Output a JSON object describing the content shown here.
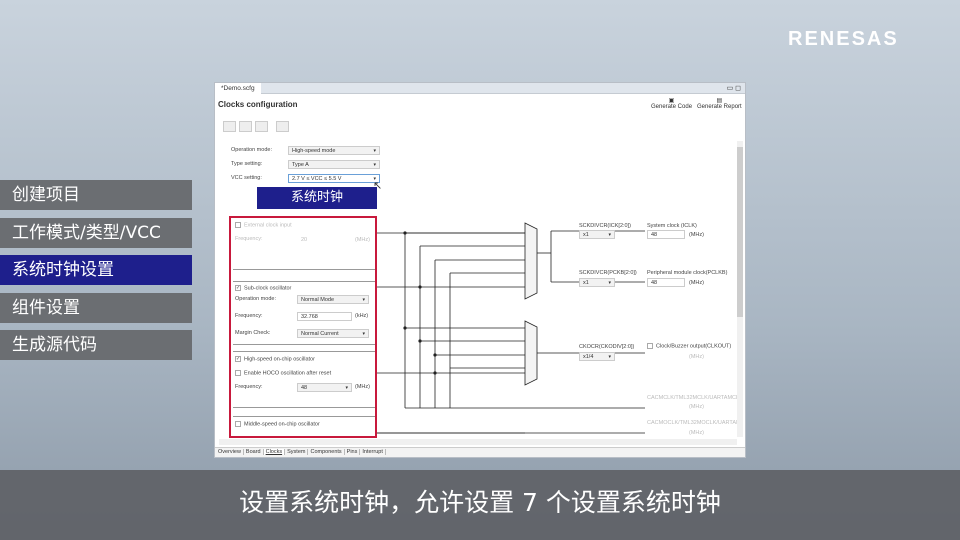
{
  "brand": "RENESAS",
  "menu": [
    {
      "label": "创建项目"
    },
    {
      "label": "工作模式/类型/VCC"
    },
    {
      "label": "系统时钟设置",
      "active": true
    },
    {
      "label": "组件设置"
    },
    {
      "label": "生成源代码"
    }
  ],
  "window": {
    "tab": "*Demo.scfg",
    "title": "Clocks configuration",
    "generate_code": "Generate Code",
    "generate_report": "Generate Report",
    "operation_mode_label": "Operation mode:",
    "operation_mode": "High-speed mode",
    "type_label": "Type setting:",
    "type": "Type A",
    "vcc_label": "VCC setting:",
    "vcc": "2.7 V ≤ VCC ≤ 5.5 V",
    "banner": "系统时钟",
    "ext": {
      "label": "External clock input",
      "freq_label": "Frequency:",
      "freq": "20",
      "unit": "(MHz)"
    },
    "sub": {
      "label": "Sub-clock oscillator",
      "mode_label": "Operation mode:",
      "mode": "Normal Mode",
      "freq_label": "Frequency:",
      "freq": "32.768",
      "unit": "(kHz)",
      "margin_label": "Margin Check:",
      "margin": "Normal Current"
    },
    "hoco": {
      "label": "High-speed on-chip oscillator",
      "enable": "Enable HOCO oscillation after reset",
      "freq_label": "Frequency:",
      "freq": "48",
      "unit": "(MHz)"
    },
    "moco": {
      "label": "Middle-speed on-chip oscillator"
    },
    "iclk": {
      "div_label": "SCKDIVCR(ICK[2:0])",
      "div": "x1",
      "label": "System clock (ICLK)",
      "value": "48",
      "unit": "(MHz)"
    },
    "pclkb": {
      "div_label": "SCKDIVCR(PCKB[2:0])",
      "div": "x1",
      "label": "Peripheral module clock(PCLKB)",
      "value": "48",
      "unit": "(MHz)"
    },
    "clkout": {
      "div_label": "CKOCR(CKODIV[2:0])",
      "div": "x1/4",
      "label": "Clock/Buzzer output(CLKOUT)",
      "unit": "(MHz)"
    },
    "cac1": {
      "label": "CACMCLK/TML32MCLK/UARTAMCLK",
      "unit": "(MHz)"
    },
    "cac2": {
      "label": "CACMOCLK/TML32MOCLK/UARTAM",
      "unit": "(MHz)"
    },
    "bottom_tabs": [
      "Overview",
      "Board",
      "Clocks",
      "System",
      "Components",
      "Pins",
      "Interrupt"
    ]
  },
  "subtitle": "设置系统时钟，允许设置 7 个设置系统时钟"
}
